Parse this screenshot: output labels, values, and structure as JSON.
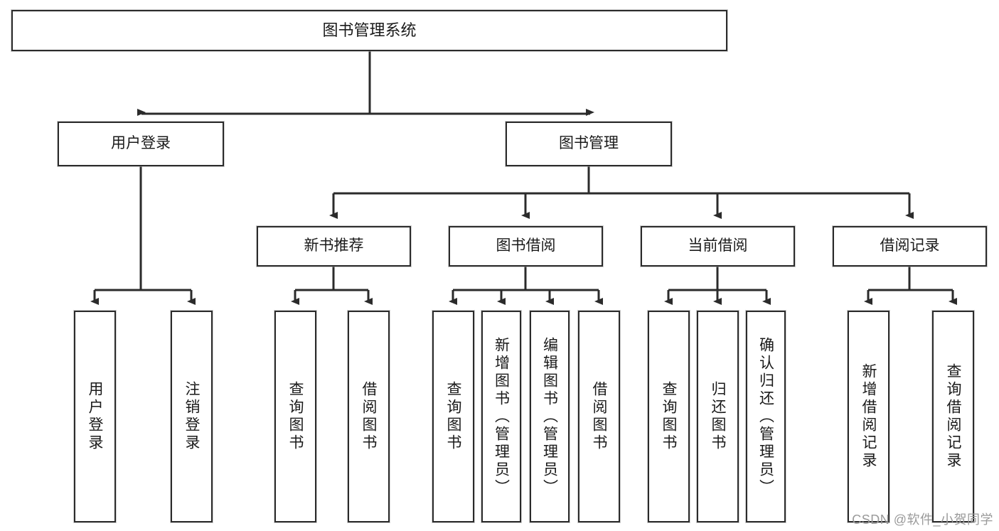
{
  "diagram": {
    "title": "图书管理系统",
    "type": "hierarchy-tree",
    "root": {
      "id": "root",
      "label": "图书管理系统",
      "orientation": "horizontal"
    },
    "level2": [
      {
        "id": "user-login",
        "label": "用户登录",
        "orientation": "horizontal"
      },
      {
        "id": "book-management",
        "label": "图书管理",
        "orientation": "horizontal"
      }
    ],
    "level3": [
      {
        "id": "new-book-recommend",
        "label": "新书推荐",
        "orientation": "horizontal",
        "parent": "book-management"
      },
      {
        "id": "book-borrow",
        "label": "图书借阅",
        "orientation": "horizontal",
        "parent": "book-management"
      },
      {
        "id": "current-borrow",
        "label": "当前借阅",
        "orientation": "horizontal",
        "parent": "book-management"
      },
      {
        "id": "borrow-record",
        "label": "借阅记录",
        "orientation": "horizontal",
        "parent": "book-management"
      }
    ],
    "leaves": [
      {
        "id": "leaf-user-login",
        "label": "用户登录",
        "orientation": "vertical",
        "parent": "user-login"
      },
      {
        "id": "leaf-user-logout",
        "label": "注销登录",
        "orientation": "vertical",
        "parent": "user-login"
      },
      {
        "id": "leaf-query-book-1",
        "label": "查询图书",
        "orientation": "vertical",
        "parent": "new-book-recommend"
      },
      {
        "id": "leaf-borrow-book-1",
        "label": "借阅图书",
        "orientation": "vertical",
        "parent": "new-book-recommend"
      },
      {
        "id": "leaf-query-book-2",
        "label": "查询图书",
        "orientation": "vertical",
        "parent": "book-borrow"
      },
      {
        "id": "leaf-add-book",
        "label": "新增图书（管理员）",
        "orientation": "vertical",
        "parent": "book-borrow"
      },
      {
        "id": "leaf-edit-book",
        "label": "编辑图书（管理员）",
        "orientation": "vertical",
        "parent": "book-borrow"
      },
      {
        "id": "leaf-borrow-book-2",
        "label": "借阅图书",
        "orientation": "vertical",
        "parent": "book-borrow"
      },
      {
        "id": "leaf-query-book-3",
        "label": "查询图书",
        "orientation": "vertical",
        "parent": "current-borrow"
      },
      {
        "id": "leaf-return-book",
        "label": "归还图书",
        "orientation": "vertical",
        "parent": "current-borrow"
      },
      {
        "id": "leaf-confirm-return",
        "label": "确认归还（管理员）",
        "orientation": "vertical",
        "parent": "current-borrow"
      },
      {
        "id": "leaf-add-record",
        "label": "新增借阅记录",
        "orientation": "vertical",
        "parent": "borrow-record"
      },
      {
        "id": "leaf-query-record",
        "label": "查询借阅记录",
        "orientation": "vertical",
        "parent": "borrow-record"
      }
    ],
    "colors": {
      "box_border": "#2b2b2b",
      "box_fill": "#ffffff",
      "connector": "#2b2b2b",
      "text": "#1a1a1a",
      "watermark": "#9a9a9a",
      "background": "#ffffff"
    }
  },
  "watermark": {
    "text": "CSDN @软件_小贺同学"
  }
}
